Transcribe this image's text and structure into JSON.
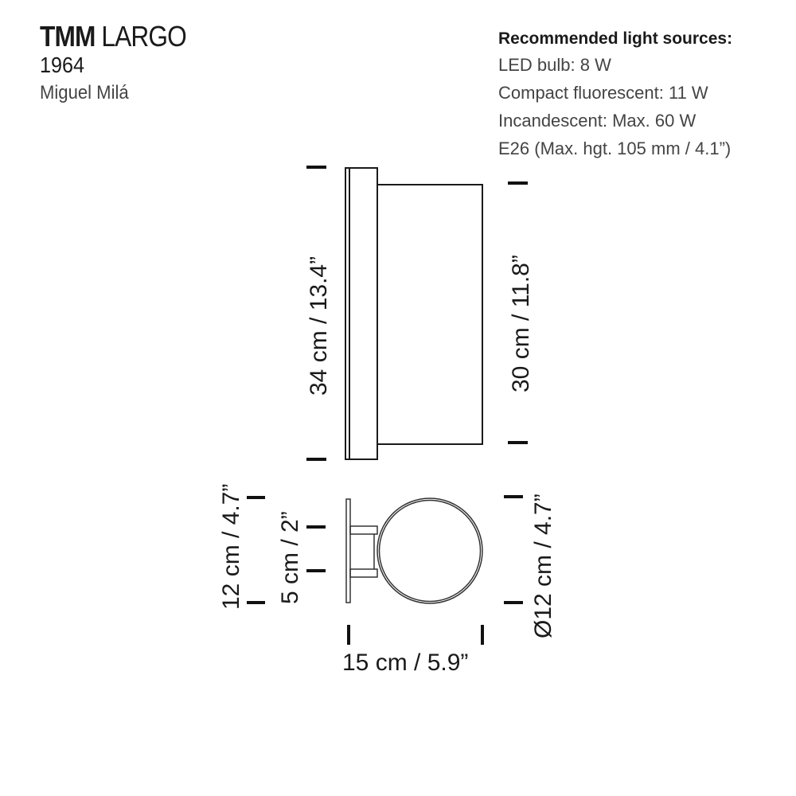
{
  "header": {
    "product_bold": "TMM",
    "product_light": "LARGO",
    "year": "1964",
    "designer": "Miguel Milá"
  },
  "specs": {
    "heading": "Recommended light sources:",
    "items": [
      "LED bulb: 8 W",
      "Compact fluorescent: 11 W",
      "Incandescent: Max. 60 W",
      "E26 (Max. hgt. 105 mm / 4.1”)"
    ]
  },
  "dimensions": {
    "total_height": "34 cm / 13.4”",
    "shade_height": "30 cm / 11.8”",
    "base_height": "12 cm / 4.7”",
    "arm_height": "5 cm / 2”",
    "diameter": "Ø12 cm / 4.7”",
    "depth": "15 cm / 5.9”"
  },
  "colors": {
    "line": "#1a1a1a",
    "text": "#1a1a1a",
    "secondary_text": "#444444"
  }
}
